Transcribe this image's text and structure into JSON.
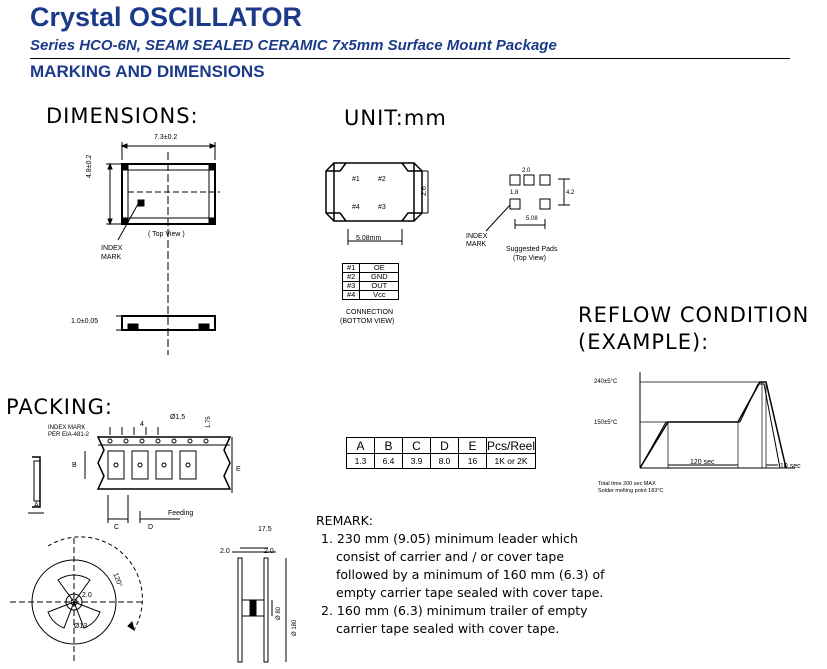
{
  "header": {
    "title": "Crystal OSCILLATOR",
    "subtitle": "Series HCO-6N, SEAM SEALED CERAMIC 7x5mm Surface Mount Package",
    "section": "MARKING AND DIMENSIONS"
  },
  "dimensions": {
    "heading": "DIMENSIONS:",
    "width_label": "7.3±0.2",
    "height_label": "4.8±0.2",
    "top_view": "( Top View )",
    "index_mark_1": "INDEX",
    "index_mark_2": "MARK",
    "thickness": "1.0±0.05"
  },
  "unit": {
    "heading": "UNIT:mm",
    "pin1": "#1",
    "pin2": "#2",
    "pin3": "#3",
    "pin4": "#4",
    "pitch": "5.08mm",
    "pad_height": "2.6"
  },
  "connection": {
    "pins": [
      {
        "pin": "#1",
        "fn": "OE"
      },
      {
        "pin": "#2",
        "fn": "GND"
      },
      {
        "pin": "#3",
        "fn": "OUT"
      },
      {
        "pin": "#4",
        "fn": "Vcc"
      }
    ],
    "caption_1": "CONNECTION",
    "caption_2": "(BOTTOM VIEW)"
  },
  "pads": {
    "d1": "2.0",
    "d2": "1.8",
    "d3": "4.2",
    "d4": "5.08",
    "index_1": "INDEX",
    "index_2": "MARK",
    "caption_1": "Suggested Pads",
    "caption_2": "(Top View)"
  },
  "reflow": {
    "heading_1": "REFLOW CONDITION",
    "heading_2": "(EXAMPLE):",
    "peak_label": "240±5°C",
    "soak_label": "150±5°C",
    "soak_time": "120 sec",
    "peak_time": "10 sec",
    "note_1": "Total time 200 sec MAX",
    "note_2": "Solder melting point 183°C"
  },
  "packing": {
    "heading": "PACKING:",
    "index_mark_1": "INDEX MARK",
    "index_mark_2": "PER EIA-481-2",
    "hole": "Ø1.5",
    "pitch4": "4",
    "tape_175": "1.75",
    "label_a": "A",
    "label_b": "B",
    "label_c": "C",
    "label_d": "D",
    "label_e": "E",
    "feeding": "Feeding",
    "reel_angle": "120°",
    "hub_20": "2.0",
    "hub_13": "Ø13",
    "side_175": "17.5",
    "side_20a": "2.0",
    "side_20b": "2.0",
    "side_inner": "Ø 80",
    "side_outer": "Ø 180"
  },
  "dim_table": {
    "headers": [
      "A",
      "B",
      "C",
      "D",
      "E",
      "Pcs/Reel"
    ],
    "values": [
      "1.3",
      "6.4",
      "3.9",
      "8.0",
      "16",
      "1K or 2K"
    ]
  },
  "remark": {
    "heading": "REMARK:",
    "item1_num": "1.",
    "item1": "230 mm (9.05) minimum leader which consist of carrier and / or cover tape followed by a minimum of 160 mm (6.3) of empty carrier tape sealed with cover tape.",
    "item2_num": "2.",
    "item2": "160 mm (6.3) minimum trailer of empty carrier tape sealed with cover tape."
  }
}
